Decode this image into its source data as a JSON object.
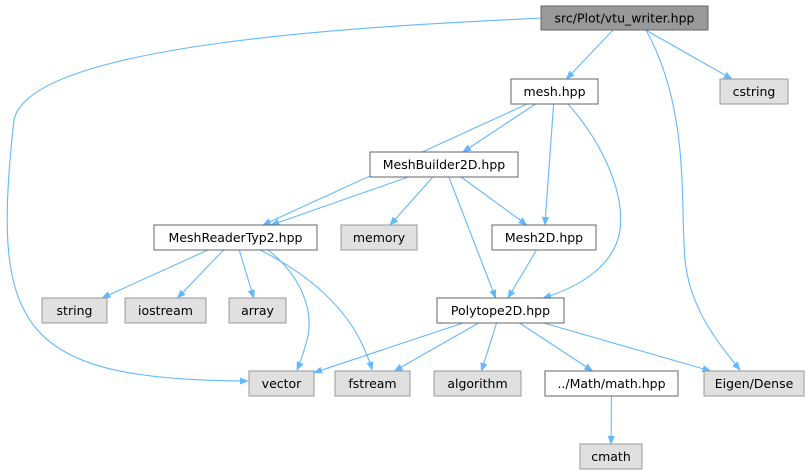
{
  "colors": {
    "edge": "#63b8ff",
    "root_fill": "#999999",
    "root_stroke": "#666666",
    "file_fill": "#ffffff",
    "file_stroke": "#666666",
    "system_fill": "#e0e0e0",
    "system_stroke": "#999999"
  },
  "nodes": [
    {
      "id": "vtu_writer",
      "label": "src/Plot/vtu_writer.hpp",
      "kind": "root"
    },
    {
      "id": "mesh",
      "label": "mesh.hpp",
      "kind": "file"
    },
    {
      "id": "cstring",
      "label": "cstring",
      "kind": "system"
    },
    {
      "id": "meshbuilder",
      "label": "MeshBuilder2D.hpp",
      "kind": "file"
    },
    {
      "id": "meshreader",
      "label": "MeshReaderTyp2.hpp",
      "kind": "file"
    },
    {
      "id": "memory",
      "label": "memory",
      "kind": "system"
    },
    {
      "id": "mesh2d",
      "label": "Mesh2D.hpp",
      "kind": "file"
    },
    {
      "id": "string",
      "label": "string",
      "kind": "system"
    },
    {
      "id": "iostream",
      "label": "iostream",
      "kind": "system"
    },
    {
      "id": "array",
      "label": "array",
      "kind": "system"
    },
    {
      "id": "polytope",
      "label": "Polytope2D.hpp",
      "kind": "file"
    },
    {
      "id": "vector",
      "label": "vector",
      "kind": "system"
    },
    {
      "id": "fstream",
      "label": "fstream",
      "kind": "system"
    },
    {
      "id": "algorithm",
      "label": "algorithm",
      "kind": "system"
    },
    {
      "id": "math",
      "label": "../Math/math.hpp",
      "kind": "file"
    },
    {
      "id": "eigen",
      "label": "Eigen/Dense",
      "kind": "system"
    },
    {
      "id": "cmath",
      "label": "cmath",
      "kind": "system"
    }
  ],
  "edges": [
    {
      "from": "vtu_writer",
      "to": "mesh"
    },
    {
      "from": "vtu_writer",
      "to": "cstring"
    },
    {
      "from": "vtu_writer",
      "to": "vector"
    },
    {
      "from": "vtu_writer",
      "to": "eigen"
    },
    {
      "from": "mesh",
      "to": "meshbuilder"
    },
    {
      "from": "mesh",
      "to": "meshreader"
    },
    {
      "from": "mesh",
      "to": "mesh2d"
    },
    {
      "from": "mesh",
      "to": "polytope"
    },
    {
      "from": "meshbuilder",
      "to": "meshreader"
    },
    {
      "from": "meshbuilder",
      "to": "memory"
    },
    {
      "from": "meshbuilder",
      "to": "mesh2d"
    },
    {
      "from": "meshbuilder",
      "to": "polytope"
    },
    {
      "from": "meshreader",
      "to": "string"
    },
    {
      "from": "meshreader",
      "to": "iostream"
    },
    {
      "from": "meshreader",
      "to": "array"
    },
    {
      "from": "meshreader",
      "to": "vector"
    },
    {
      "from": "meshreader",
      "to": "fstream"
    },
    {
      "from": "mesh2d",
      "to": "polytope"
    },
    {
      "from": "polytope",
      "to": "vector"
    },
    {
      "from": "polytope",
      "to": "fstream"
    },
    {
      "from": "polytope",
      "to": "algorithm"
    },
    {
      "from": "polytope",
      "to": "math"
    },
    {
      "from": "polytope",
      "to": "eigen"
    },
    {
      "from": "math",
      "to": "cmath"
    }
  ]
}
